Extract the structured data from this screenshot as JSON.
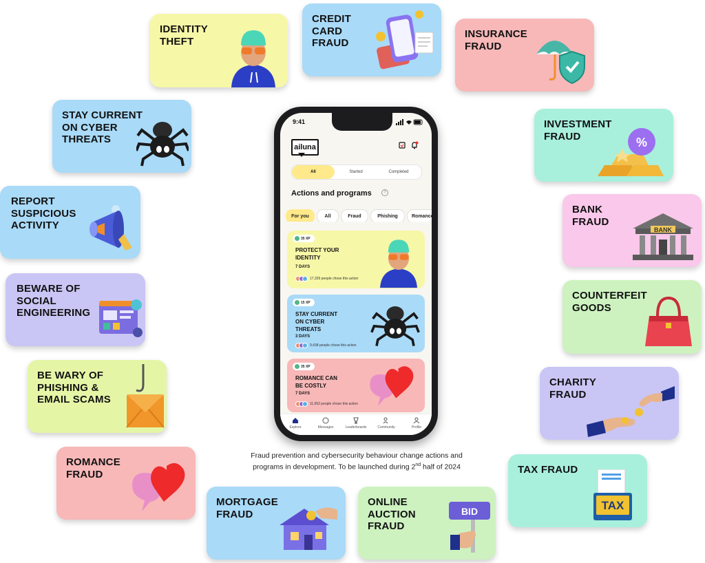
{
  "cards": {
    "identity_theft": "IDENTITY\nTHEFT",
    "credit_card_fraud": "CREDIT\nCARD\nFRAUD",
    "insurance_fraud": "INSURANCE\nFRAUD",
    "stay_current": "STAY CURRENT\nON CYBER\nTHREATS",
    "investment_fraud": "INVESTMENT\nFRAUD",
    "report_suspicious": "REPORT\nSUSPICIOUS\nACTIVITY",
    "bank_fraud": "BANK\nFRAUD",
    "social_engineering": "BEWARE OF\nSOCIAL\nENGINEERING",
    "counterfeit_goods": "COUNTERFEIT\nGOODS",
    "phishing": "BE WARY OF\nPHISHING &\nEMAIL SCAMS",
    "charity_fraud": "CHARITY\nFRAUD",
    "romance_fraud": "ROMANCE\nFRAUD",
    "tax_fraud": "TAX FRAUD",
    "mortgage_fraud": "MORTGAGE\nFRAUD",
    "online_auction": "ONLINE\nAUCTION\nFRAUD",
    "bank_sign": "BANK",
    "tax_sign": "TAX",
    "bid_sign": "BID",
    "percent_sign": "%"
  },
  "phone": {
    "time": "9:41",
    "logo": "ailuna",
    "segments": [
      "All",
      "Started",
      "Completed"
    ],
    "section_title": "Actions and programs",
    "help": "?",
    "chips": [
      "For you",
      "All",
      "Fraud",
      "Phishing",
      "Romance"
    ],
    "cards": [
      {
        "xp": "35 XP",
        "title": "PROTECT YOUR\nIDENTITY",
        "days": "7 DAYS",
        "people": "17,329 people chose this action"
      },
      {
        "xp": "15 XP",
        "title": "STAY CURRENT\nON CYBER\nTHREATS",
        "days": "3 DAYS",
        "people": "9,438 people chose this action"
      },
      {
        "xp": "35 XP",
        "title": "ROMANCE CAN\nBE COSTLY",
        "days": "7 DAYS",
        "people": "11,652 people chose this action"
      }
    ],
    "nav": [
      "Explore",
      "Messages",
      "Leaderboards",
      "Community",
      "Profile"
    ]
  },
  "caption": {
    "line1": "Fraud prevention and cybersecurity behaviour change actions and",
    "line2_a": "programs in development. To be launched during 2",
    "line2_sup": "nd",
    "line2_b": " half of 2024"
  },
  "colors": {
    "yellow": "#f7f7a8",
    "blue": "#a9daf8",
    "pink": "#f8b8b8",
    "mint": "#a8f0dc",
    "lilac": "#c9c6f5",
    "rose": "#f9c8ea",
    "lime": "#e4f6a6",
    "green": "#cdf2c0",
    "accent": "#ffe98a"
  }
}
